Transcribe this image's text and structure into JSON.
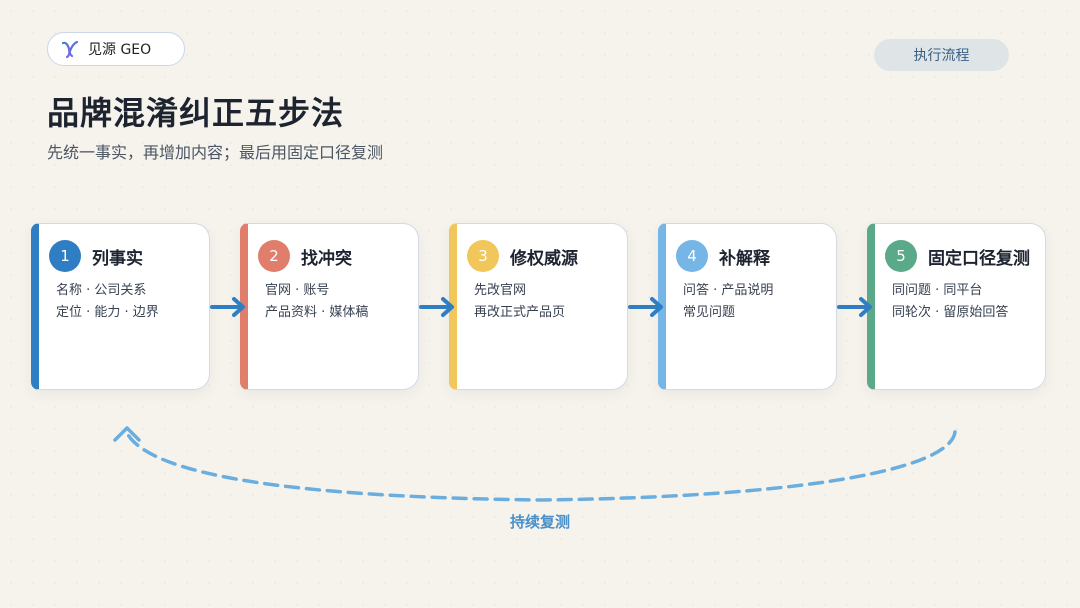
{
  "brand": {
    "logo_label": "见源 GEO",
    "logo_icon": "brand-logo-icon",
    "colors": {
      "logo_start": "#3b82c4",
      "logo_end": "#8b5cf6"
    }
  },
  "header": {
    "action_button": "执行流程",
    "title": "品牌混淆纠正五步法",
    "subtitle": "先统一事实，再增加内容；最后用固定口径复测"
  },
  "steps": [
    {
      "num": "1",
      "title": "列事实",
      "lines": [
        "名称 · 公司关系",
        "定位 · 能力 · 边界"
      ],
      "color": "#2f7ec4"
    },
    {
      "num": "2",
      "title": "找冲突",
      "lines": [
        "官网 · 账号",
        "产品资料 · 媒体稿"
      ],
      "color": "#e07d6b"
    },
    {
      "num": "3",
      "title": "修权威源",
      "lines": [
        "先改官网",
        "再改正式产品页"
      ],
      "color": "#f1c75b"
    },
    {
      "num": "4",
      "title": "补解释",
      "lines": [
        "问答 · 产品说明",
        "常见问题"
      ],
      "color": "#76b6e6"
    },
    {
      "num": "5",
      "title": "固定口径复测",
      "lines": [
        "同问题 · 同平台",
        "同轮次 · 留原始回答"
      ],
      "color": "#5aa989"
    }
  ],
  "connector": {
    "icon": "arrow-right-icon",
    "color": "#2f7ec4"
  },
  "loop": {
    "label": "持续复测",
    "color": "#6aaee0"
  }
}
